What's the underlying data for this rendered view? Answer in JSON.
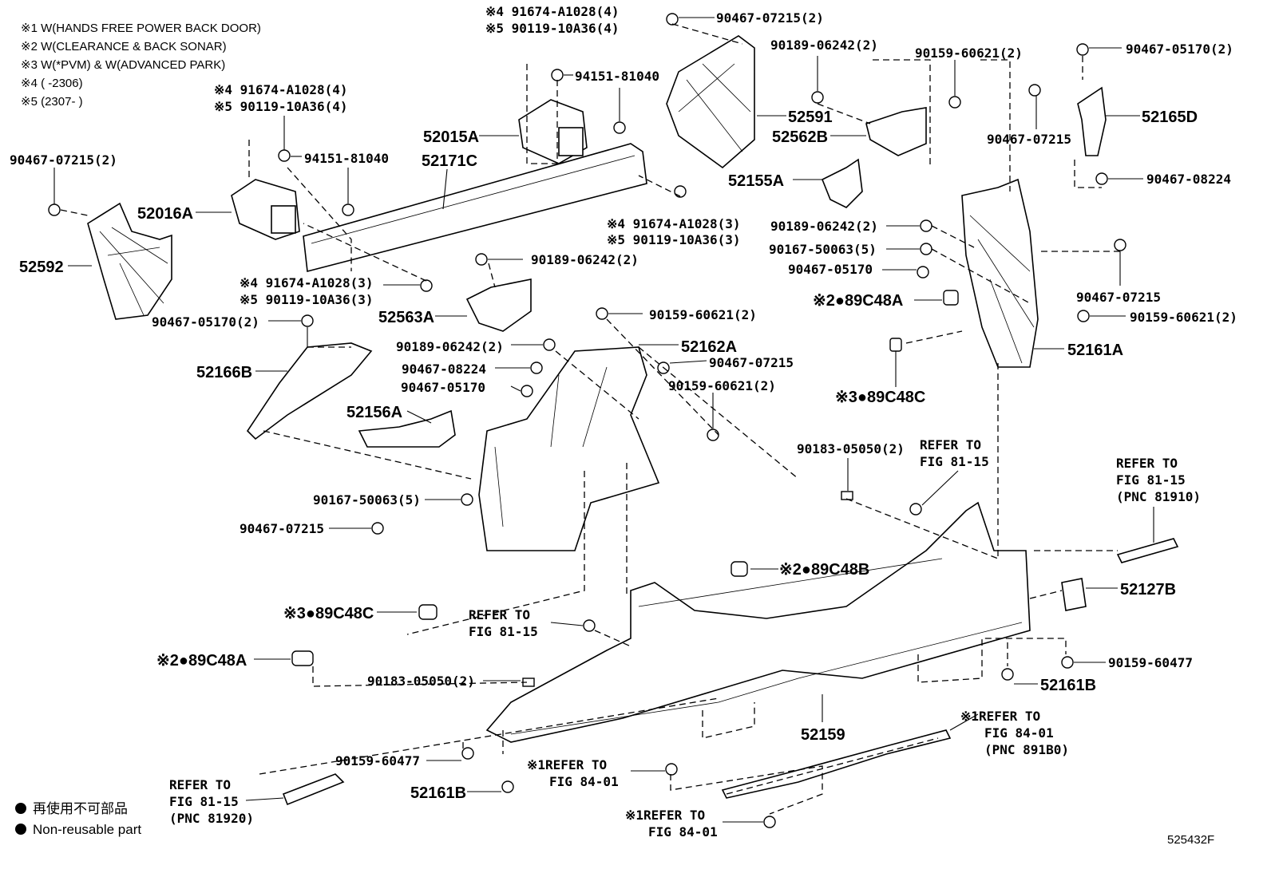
{
  "notes": [
    "※1 W(HANDS FREE POWER BACK DOOR)",
    "※2 W(CLEARANCE & BACK SONAR)",
    "※3 W(*PVM) & W(ADVANCED PARK)",
    "※4 (      -2306)",
    "※5 (2307-      )"
  ],
  "labels": {
    "l01": "※4 91674-A1028(4)",
    "l02": "※5 90119-10A36(4)",
    "l03": "90467-07215(2)",
    "l04": "90189-06242(2)",
    "l05": "90159-60621(2)",
    "l06": "90467-05170(2)",
    "l07": "94151-81040",
    "l08": "52015A",
    "l09": "52591",
    "l10": "52562B",
    "l11": "52165D",
    "l12": "90467-07215",
    "l13": "※4 91674-A1028(4)",
    "l14": "※5 90119-10A36(4)",
    "l15": "90467-07215(2)",
    "l16": "94151-81040",
    "l17": "52171C",
    "l18": "52155A",
    "l19": "90467-08224",
    "l20": "52016A",
    "l21": "※4 91674-A1028(3)",
    "l22": "※5 90119-10A36(3)",
    "l23": "90189-06242(2)",
    "l24": "52592",
    "l25": "90167-50063(5)",
    "l26": "90467-05170",
    "l27": "90189-06242(2)",
    "l28": "90467-07215",
    "l29": "※4 91674-A1028(3)",
    "l30": "※5 90119-10A36(3)",
    "l31": "※2●89C48A",
    "l32": "52563A",
    "l33": "90159-60621(2)",
    "l34": "90159-60621(2)",
    "l35": "90467-05170(2)",
    "l36": "52161A",
    "l37": "90189-06242(2)",
    "l38": "52162A",
    "l39": "90467-08224",
    "l40": "90467-07215",
    "l41": "52166B",
    "l42": "90467-05170",
    "l43": "90159-60621(2)",
    "l44": "※3●89C48C",
    "l45": "52156A",
    "l46": "90183-05050(2)",
    "l47": "REFER TO",
    "l48": "FIG 81-15",
    "l49": "REFER TO",
    "l50": "FIG 81-15",
    "l51": "(PNC 81910)",
    "l52": "90167-50063(5)",
    "l53": "90467-07215",
    "l54": "※2●89C48B",
    "l55": "52127B",
    "l56": "※3●89C48C",
    "l57": "REFER TO",
    "l58": "FIG 81-15",
    "l59": "※2●89C48A",
    "l60": "90159-60477",
    "l61": "90183-05050(2)",
    "l62": "52161B",
    "l63": "52159",
    "l64": "※1REFER TO",
    "l65": "FIG 84-01",
    "l66": "(PNC 891B0)",
    "l67": "90159-60477",
    "l68": "※1REFER TO",
    "l69": "FIG 84-01",
    "l70": "REFER TO",
    "l71": "FIG 81-15",
    "l72": "(PNC 81920)",
    "l73": "52161B",
    "l74": "※1REFER TO",
    "l75": "FIG 84-01"
  },
  "legend": {
    "non_reusable_jp": "再使用不可部品",
    "non_reusable_en": "Non-reusable part"
  },
  "figure_code": "525432F"
}
